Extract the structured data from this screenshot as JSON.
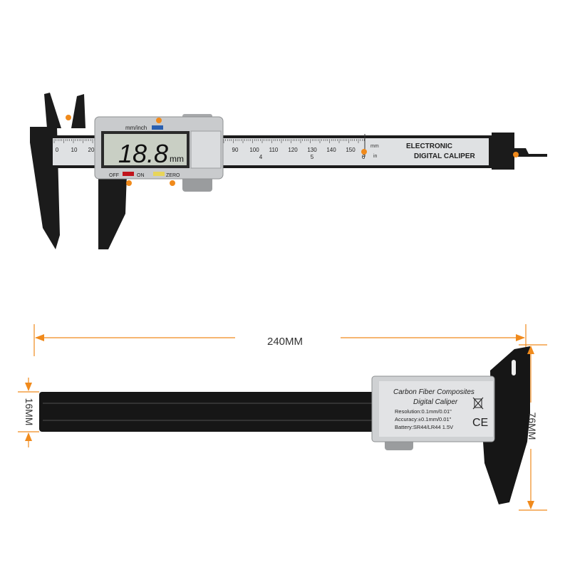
{
  "top_caliper": {
    "mode_label": "mm/inch",
    "display_value": "18.8",
    "display_unit": "mm",
    "off_label": "OFF",
    "on_label": "ON",
    "zero_label": "ZERO",
    "scale_mm_left": [
      "0",
      "10",
      "20"
    ],
    "scale_mm_right": [
      "90",
      "100",
      "110",
      "120",
      "130",
      "140",
      "150"
    ],
    "scale_in_marks": [
      "4",
      "5",
      "6"
    ],
    "unit_mm": "mm",
    "unit_in": "in",
    "brand_line1": "ELECTRONIC",
    "brand_line2": "DIGITAL CALIPER"
  },
  "bottom_caliper": {
    "length_label": "240MM",
    "beam_width_label": "16MM",
    "jaw_height_label": "76MM",
    "label_title1": "Carbon Fiber Composites",
    "label_title2": "Digital Caliper",
    "resolution": "Resolution:0.1mm/0.01\"",
    "accuracy": "Accuracy:±0.1mm/0.01\"",
    "battery": "Battery:SR44/LR44 1.5V",
    "ce_mark": "CE"
  },
  "colors": {
    "accent_orange": "#f08a1c",
    "body_black": "#1a1a1a",
    "silver": "#d6d8da",
    "lcd": "#c9cfc4",
    "button_blue": "#2a5fb0",
    "button_red": "#c0141c",
    "button_yellow": "#e8d55a"
  }
}
